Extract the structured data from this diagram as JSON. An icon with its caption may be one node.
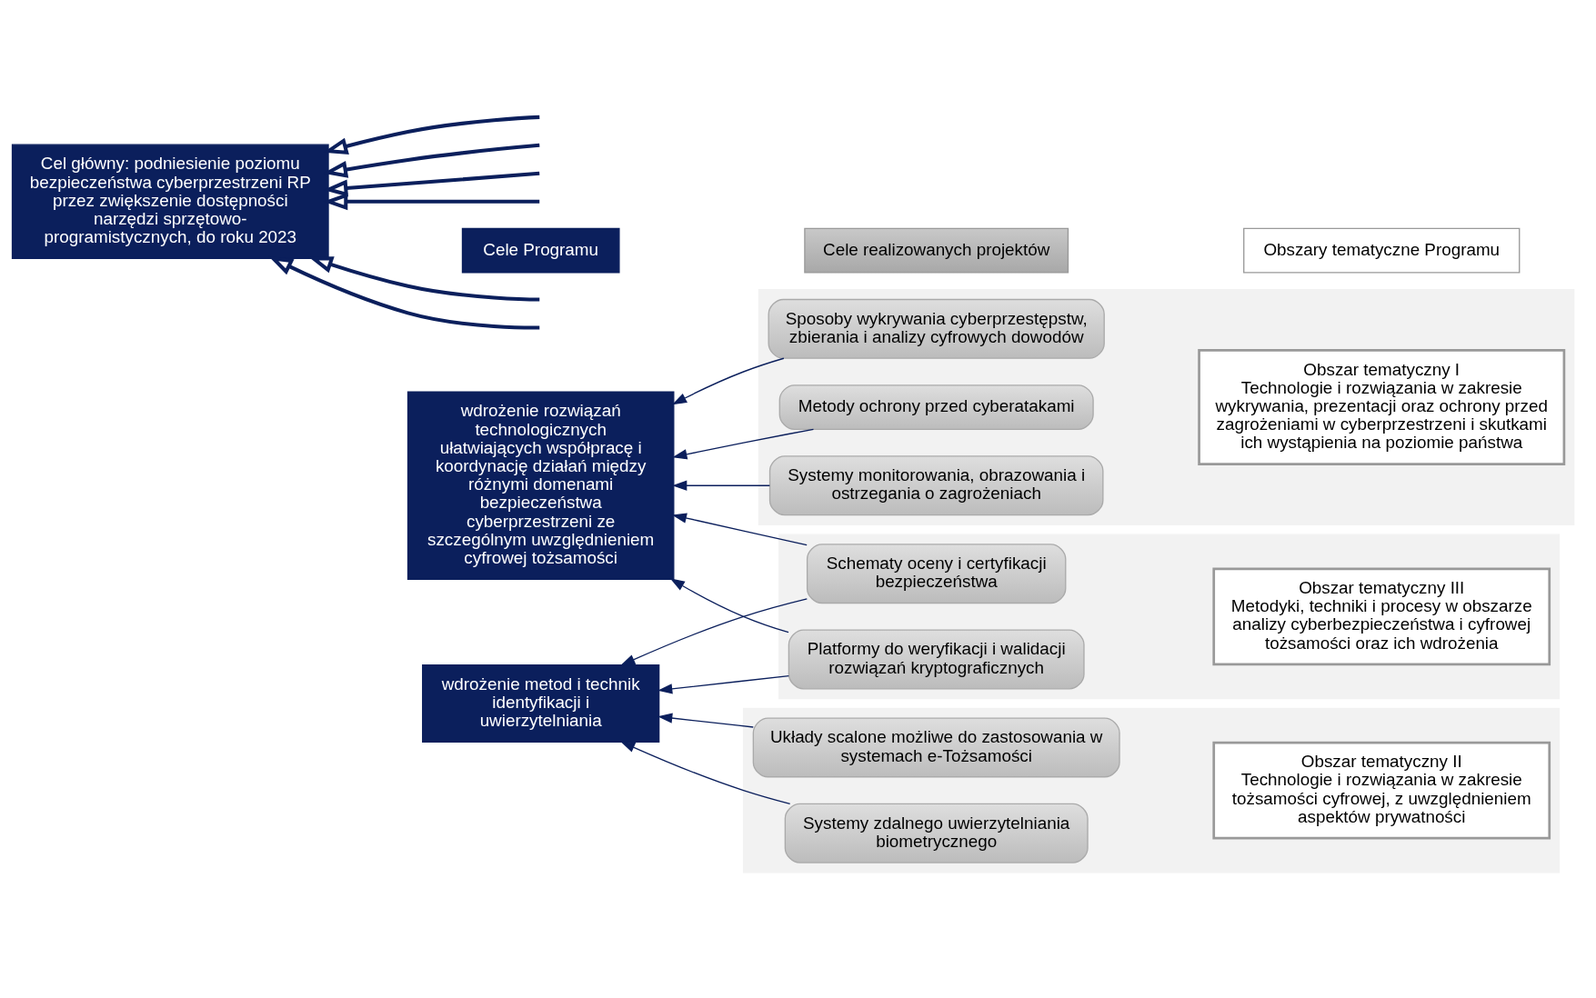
{
  "diagram": {
    "nodes": [
      {
        "text": [
          "Cele Programu"
        ]
      },
      {
        "text": [
          "Cele realizowanych projektów"
        ]
      },
      {
        "text": [
          "Obszary tematyczne Programu"
        ]
      },
      {
        "text": [
          "Cel główny: podniesienie poziomu bezpieczeństwa cyberprzestrzeni RP przez zwiększenie dostępności narzędzi sprzętowo-programistycznych, do roku 2023"
        ]
      },
      {
        "text": [
          "wdrożenie rozwiązań technologicznych ułatwiających współpracę i koordynację działań między różnymi domenami bezpieczeństwa cyberprzestrzeni ze szczególnym uwzględnieniem cyfrowej tożsamości"
        ]
      },
      {
        "text": [
          "wdrożenie metod i technik identyfikacji i uwierzytelniania"
        ]
      },
      {
        "text": [],
        "shape": "box"
      },
      {
        "text": [
          "Systemy monitorowania, obrazowania i ostrzegania o zagrożeniach"
        ],
        "in": 6
      },
      {
        "text": [
          "Sposoby wykrywania cyberprzestępstw, zbierania i analizy cyfrowych dowodów"
        ],
        "in": 6
      },
      {
        "text": [
          "Metody ochrony przed cyberatakami"
        ],
        "in": 6
      },
      {
        "text": [
          "Obszar tematyczny I",
          "Technologie i rozwiązania w zakresie wykrywania, prezentacji oraz ochrony przed zagrożeniami w cyberprzestrzeni i skutkami ich wystąpienia na poziomie państwa"
        ],
        "in": 6
      },
      {
        "text": [],
        "shape": "box"
      },
      {
        "text": [
          "Schematy oceny i certyfikacji bezpieczeństwa"
        ],
        "in": 11
      },
      {
        "text": [
          "Platformy do weryfikacji i walidacji rozwiązań kryptograficznych"
        ],
        "in": 11
      },
      {
        "text": [
          "Obszar tematyczny III",
          "Metodyki, techniki i procesy w obszarze analizy cyberbezpieczeństwa i cyfrowej tożsamości oraz ich wdrożenia"
        ],
        "in": 11
      },
      {
        "text": [],
        "shape": "box"
      },
      {
        "text": [
          "Układy scalone możliwe do zastosowania w systemach e-Tożsamości"
        ],
        "in": 15
      },
      {
        "text": [
          "Systemy zdalnego uwierzytelniania biometrycznego"
        ],
        "in": 15
      },
      {
        "text": [
          "Obszar tematyczny II",
          "Technologie i rozwiązania w zakresie tożsamości cyfrowej, z uwzględnieniem aspektów prywatności"
        ],
        "in": 15
      }
    ],
    "edges": [
      {
        "from": 7,
        "to": 4,
        "arrow": "to"
      },
      {
        "from": 8,
        "to": 4,
        "arrow": "to"
      },
      {
        "from": 9,
        "to": 4,
        "arrow": "to"
      },
      {
        "from": 12,
        "to": 4,
        "arrow": "to"
      },
      {
        "from": 12,
        "to": 5,
        "arrow": "to"
      },
      {
        "from": 13,
        "to": 4,
        "arrow": "to"
      },
      {
        "from": 13,
        "to": 5,
        "arrow": "to"
      },
      {
        "from": 16,
        "to": 5,
        "arrow": "to"
      },
      {
        "from": 17,
        "to": 5,
        "arrow": "to"
      },
      {
        "from": null,
        "to": 3,
        "arrow": "to",
        "style": "thick"
      },
      {
        "from": null,
        "to": 3,
        "arrow": "to",
        "style": "thick"
      },
      {
        "from": null,
        "to": 3,
        "arrow": "to",
        "style": "thick"
      },
      {
        "from": null,
        "to": 3,
        "arrow": "to",
        "style": "thick"
      },
      {
        "from": null,
        "to": 3,
        "arrow": "to",
        "style": "thick"
      },
      {
        "from": null,
        "to": 3,
        "arrow": "to",
        "style": "thick"
      }
    ]
  }
}
